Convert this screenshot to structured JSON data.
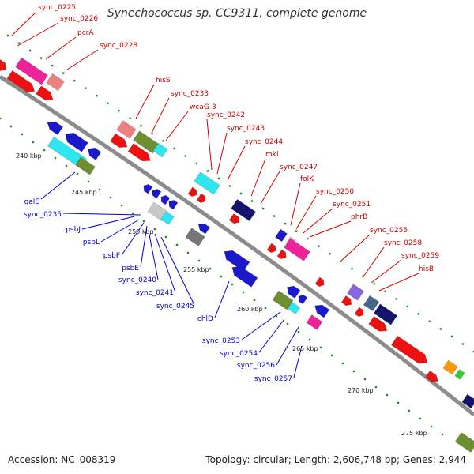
{
  "title": "Synechococcus sp. CC9311, complete genome",
  "footer": {
    "accession": "Accession: NC_008319",
    "topology": "Topology: circular; Length: 2,606,748 bp; Genes: 2,944"
  },
  "colors": {
    "backbone": "#8c8c8c",
    "forward_label": "#cc0000",
    "reverse_label": "#0000cc",
    "tick": "#2a8a2a",
    "cds_red": "#ee1111",
    "cds_blue": "#1a1acc",
    "navy": "#14146e",
    "cyan": "#2ee6f0",
    "olive": "#6e8e32",
    "salmon": "#f08080",
    "magenta": "#ee2299",
    "gray": "#777777",
    "silver": "#c8c8c8",
    "orange": "#ff9900",
    "green": "#33cc33",
    "purple": "#8866dd",
    "steel": "#446688"
  },
  "kbp_labels": [
    "240 kbp",
    "245 kbp",
    "250 kbp",
    "255 kbp",
    "260 kbp",
    "265 kbp",
    "270 kbp",
    "275 kbp"
  ],
  "forward_labels": [
    "sync_0225",
    "sync_0226",
    "pcrA",
    "sync_0228",
    "hisS",
    "sync_0233",
    "wcaG-3",
    "sync_0242",
    "sync_0243",
    "sync_0244",
    "mkl",
    "sync_0247",
    "folK",
    "sync_0250",
    "sync_0251",
    "phrB",
    "sync_0255",
    "sync_0258",
    "sync_0259",
    "hisB"
  ],
  "reverse_labels": [
    "galE",
    "sync_0235",
    "psbJ",
    "psbL",
    "psbF",
    "psbE",
    "sync_0240",
    "sync_0241",
    "sync_0245",
    "chlD",
    "sync_0253",
    "sync_0254",
    "sync_0256",
    "sync_0257"
  ]
}
